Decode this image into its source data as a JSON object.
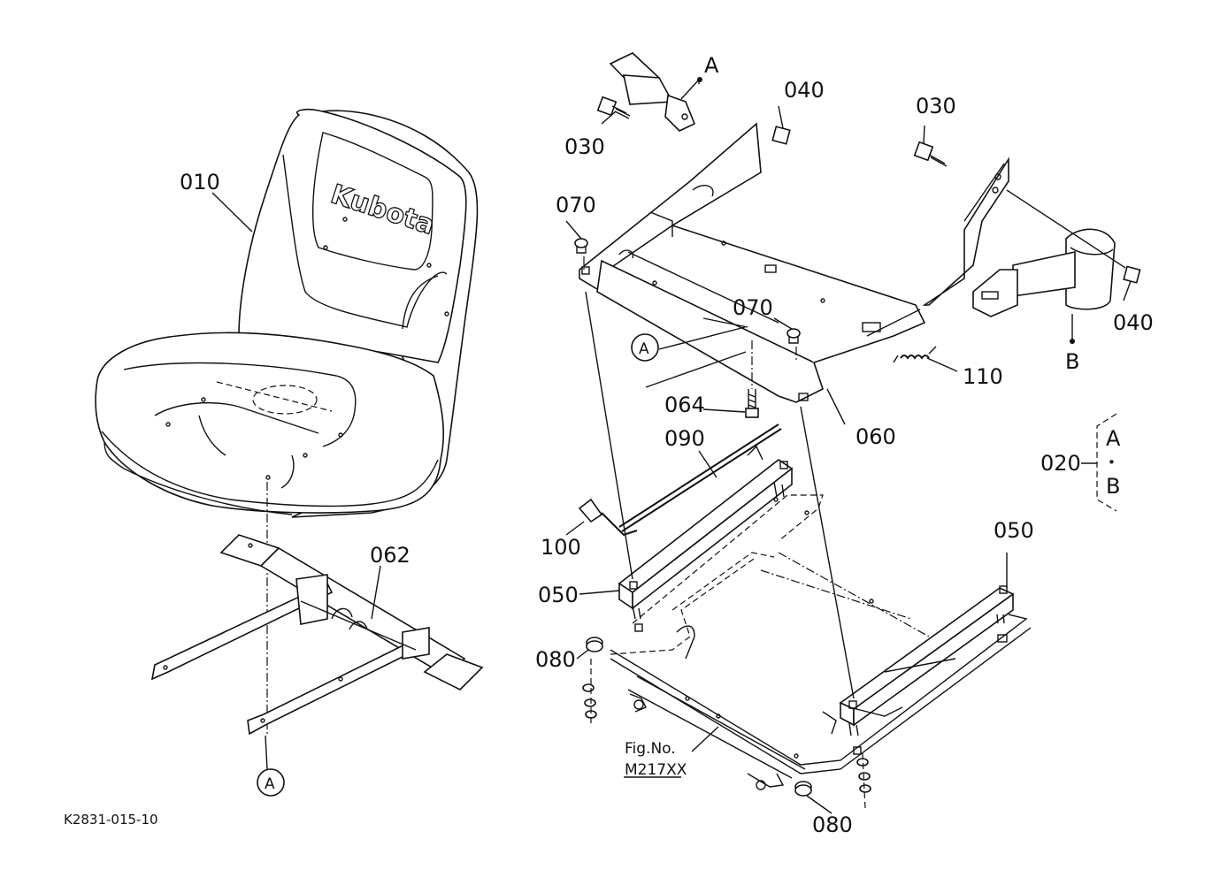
{
  "parts": {
    "seat": "010",
    "seatbelt_set": "020",
    "bolt_a": "030",
    "bolt_b": "030",
    "nut_a": "040",
    "nut_b": "040",
    "slide_rail_left": "050",
    "slide_rail_right": "050",
    "seat_bracket": "060",
    "seat_stand": "062",
    "bolt_064": "064",
    "rubber_cap_a": "070",
    "rubber_cap_b": "070",
    "nut_080_a": "080",
    "nut_080_b": "080",
    "rod_090": "090",
    "lever_100": "100",
    "spring_110": "110"
  },
  "refs": {
    "a": "A",
    "b": "B",
    "a_circle_left": "A",
    "a_circle_center": "A",
    "group_a": "A",
    "group_dot": "•",
    "group_b": "B"
  },
  "logo": "Kubota",
  "fig_ref": {
    "line1": "Fig.No.",
    "line2": "M217XX"
  },
  "drawing_code": "K2831-015-10"
}
